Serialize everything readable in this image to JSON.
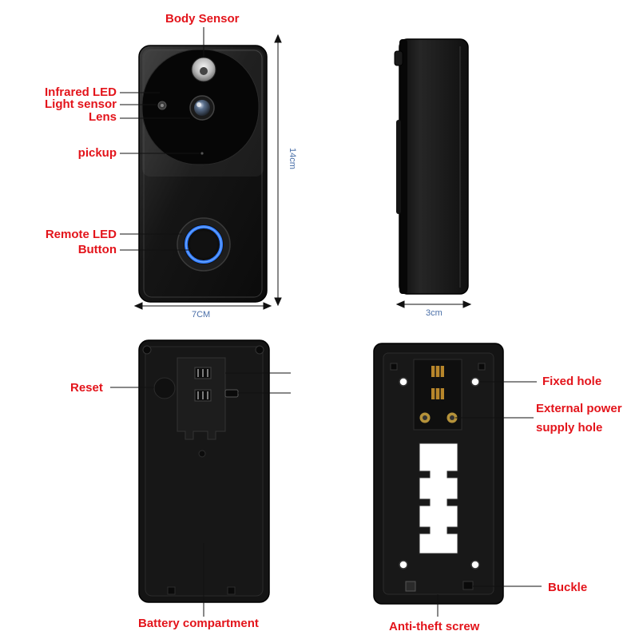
{
  "front_labels": {
    "body_sensor": "Body Sensor",
    "infrared_led": "Infrared LED",
    "light_sensor": "Light sensor",
    "lens": "Lens",
    "pickup": "pickup",
    "remote_led": "Remote LED",
    "button": "Button"
  },
  "dimensions": {
    "height": "14cm",
    "width": "7CM",
    "depth": "3cm"
  },
  "back_labels": {
    "reset": "Reset",
    "battery_compartment": "Battery compartment"
  },
  "mount_labels": {
    "fixed_hole": "Fixed hole",
    "external_power_line1": "External power",
    "external_power_line2": "supply hole",
    "buckle": "Buckle",
    "anti_theft_screw": "Anti-theft screw"
  },
  "colors": {
    "label_red": "#e3141b",
    "dimension_blue": "#4a6fa8",
    "led_ring_blue": "#2f7cff",
    "device_black": "#121212"
  }
}
